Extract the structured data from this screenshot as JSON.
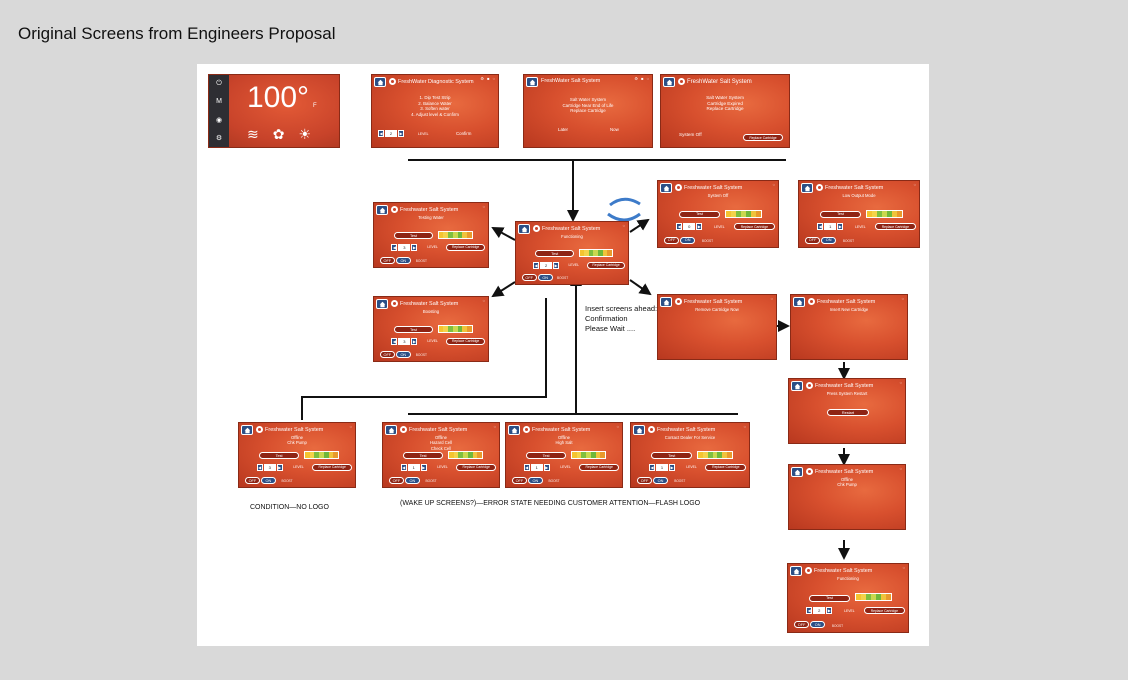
{
  "page": {
    "heading": "Original Screens from Engineers Proposal"
  },
  "colors": {
    "screen_red": "#d8502e",
    "home_blue": "#2b4f86",
    "dark_side": "#2e2e33"
  },
  "home_screen": {
    "temperature": "100°",
    "unit": "F",
    "side_icons": [
      "power-icon",
      "m-mode-icon",
      "flame-icon",
      "gear-icon"
    ],
    "side_labels": [
      "⏻",
      "M",
      "◉",
      "⚙"
    ],
    "bottom_icons": [
      "fan-icon",
      "logo-icon",
      "light-icon"
    ]
  },
  "top_screens": {
    "diagnostic": {
      "title": "FreshWater Diagnostic System",
      "steps": [
        "1.  Dip Test Strip",
        "2.  Balance Water",
        "3.  Soften water",
        "4.  Adjust level & Confirm"
      ],
      "level_value": "2",
      "level_label": "LEVEL",
      "confirm_label": "Confirm"
    },
    "near_end": {
      "title": "FreshWater Salt System",
      "lines": [
        "Salt Water System",
        "Cartridge Near End of Life",
        "Replace Cartridge"
      ],
      "later_label": "Later",
      "now_label": "Now"
    },
    "expired": {
      "title": "FreshWater Salt System",
      "lines": [
        "Salt Water System",
        "Cartridge Expired",
        "Replace Cartridge"
      ],
      "status": "System Off",
      "replace_label": "Replace Cartridge"
    }
  },
  "screens": {
    "testing_water": {
      "title": "Freshwater Salt System",
      "status": "Testing Water",
      "level": "3"
    },
    "functioning_center": {
      "title": "Freshwater Salt System",
      "status": "Functioning",
      "level": "2"
    },
    "boosting": {
      "title": "Freshwater Salt System",
      "status": "Boosting",
      "level": "3"
    },
    "system_off": {
      "title": "Freshwater Salt System",
      "status": "System Off",
      "level": "0"
    },
    "low_output": {
      "title": "Freshwater Salt System",
      "status": "Low Output Mode",
      "level": "1"
    },
    "remove_cartridge": {
      "title": "Freshwater Salt System",
      "status": "Remove Cartridge Now"
    },
    "insert_cartridge": {
      "title": "Freshwater Salt System",
      "status": "Insert New Cartridge"
    },
    "press_restart": {
      "title": "Freshwater Salt System",
      "status": "Press System Restart",
      "button": "Restart"
    },
    "offline_pump_right": {
      "title": "Freshwater Salt System",
      "status_lines": [
        "Offline",
        "Chk Pump"
      ]
    },
    "functioning_final": {
      "title": "Freshwater Salt System",
      "status": "Functioning",
      "level": "2"
    },
    "offline_pump_left": {
      "title": "Freshwater Salt System",
      "status_lines": [
        "Offline",
        "Chk Pump"
      ],
      "level": "3"
    },
    "offline_cell": {
      "title": "Freshwater Salt System",
      "status_lines": [
        "Offline",
        "Hazard Cell",
        "Check Cell"
      ],
      "level": "1"
    },
    "offline_highsalt": {
      "title": "Freshwater Salt System",
      "status_lines": [
        "Offline",
        "High Salt"
      ],
      "level": "1"
    },
    "contact_dealer": {
      "title": "Freshwater Salt System",
      "status_lines": [
        "Contact Dealer For Service"
      ],
      "level": "1"
    }
  },
  "controls": {
    "test_label": "Test",
    "level_label": "LEVEL",
    "off_label": "OFF",
    "on_label": "ON",
    "boost_label": "BOOST",
    "replace_label": "Replace Cartridge"
  },
  "annotations": {
    "insert_note": [
      "Insert screens ahead:",
      "Confirmation",
      "Please Wait ...."
    ],
    "condition_note": "CONDITION—NO LOGO",
    "wake_note": "(WAKE UP SCREENS?)—ERROR STATE NEEDING CUSTOMER ATTENTION—FLASH LOGO"
  }
}
